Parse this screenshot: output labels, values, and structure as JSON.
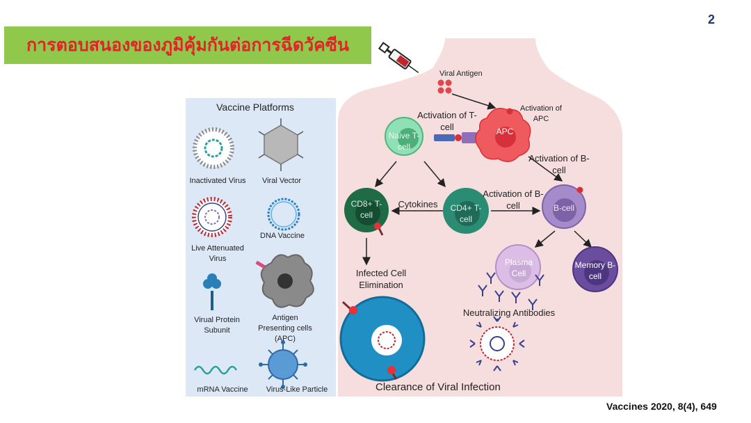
{
  "page_number": "2",
  "title": "การตอบสนองของภูมิคุ้มกันต่อการฉีดวัคซีน",
  "citation": "Vaccines 2020, 8(4), 649",
  "colors": {
    "title_bg": "#8fc84a",
    "title_text": "#e3232a",
    "platform_bg": "#dde8f7",
    "body_bg": "#f6dede",
    "naive_tcell": "#5fc98f",
    "apc": "#ee5a5e",
    "cd8_tcell": "#1f6b45",
    "cd4_tcell": "#2a8c72",
    "b_cell": "#a58bc9",
    "plasma_cell": "#c9a9d6",
    "memory_b_cell": "#6a4d9e",
    "infected_cell": "#1f8fc4"
  },
  "platforms": {
    "heading": "Vaccine Platforms",
    "items": [
      {
        "label": "Inactivated Virus",
        "icon": "inactivated-virus-icon"
      },
      {
        "label": "Viral Vector",
        "icon": "viral-vector-icon"
      },
      {
        "label": "Live Attenuated Virus",
        "icon": "live-attenuated-virus-icon"
      },
      {
        "label": "DNA Vaccine",
        "icon": "dna-plasmid-icon"
      },
      {
        "label": "Virual Protein Subunit",
        "icon": "protein-subunit-icon"
      },
      {
        "label": "Antigen Presenting cells (APC)",
        "icon": "apc-cell-icon"
      },
      {
        "label": "mRNA Vaccine",
        "icon": "mrna-strand-icon"
      },
      {
        "label": "Virus-Like Particle",
        "icon": "virus-like-particle-icon"
      }
    ]
  },
  "diagram": {
    "viral_antigen": "Viral  Antigen",
    "activation_of_apc": "Activation of APC",
    "activation_of_tcell": "Activation of T-cell",
    "activation_of_bcell_top": "Activation of B-cell",
    "activation_of_bcell_mid": "Activation of B-cell",
    "cytokines": "Cytokines",
    "naive_tcell": "Naive T-cell",
    "apc": "APC",
    "cd8_tcell": "CD8+ T-cell",
    "cd4_tcell": "CD4+ T-cell",
    "b_cell": "B-cell",
    "plasma_cell": "Plasma Cell",
    "memory_b_cell": "Memory B-cell",
    "infected_cell_elimination": "Infected Cell Elimination",
    "neutralizing_antibodies": "Neutralizing Antibodies",
    "clearance": "Clearance of Viral Infection"
  }
}
